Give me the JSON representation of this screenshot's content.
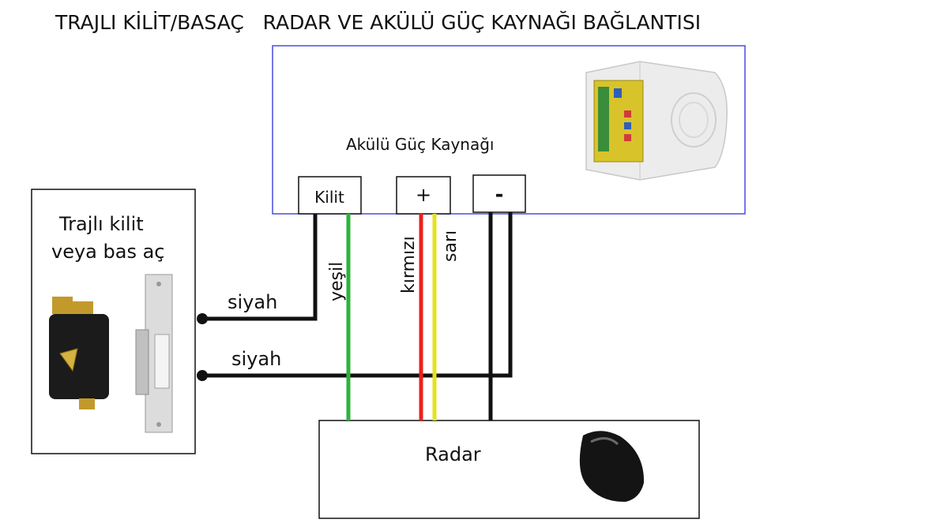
{
  "title": "TRAJLI KİLİT/BASAÇ   RADAR VE AKÜLÜ GÜÇ KAYNAĞI BAĞLANTISI",
  "power_supply": {
    "label": "Akülü Güç Kaynağı",
    "terminals": {
      "lock": "Kilit",
      "plus": "+",
      "minus": "-"
    }
  },
  "lock_box": {
    "label_line1": "Trajlı kilit",
    "label_line2": "veya bas aç"
  },
  "radar": {
    "label": "Radar"
  },
  "wires": {
    "black_top": "siyah",
    "black_bottom": "siyah",
    "green": "yeşil",
    "red": "kırmızı",
    "yellow": "sarı"
  },
  "colors": {
    "black": "#111111",
    "green": "#2db33a",
    "red": "#e8221b",
    "yellow": "#e3e31f",
    "power_box_border": "#4a4adf"
  }
}
